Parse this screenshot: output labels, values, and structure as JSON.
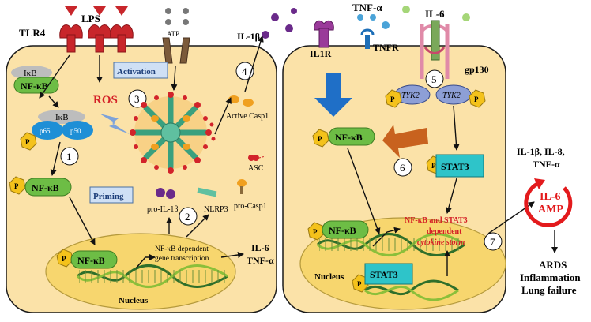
{
  "colors": {
    "cell_fill": "#fbe2a8",
    "cell_stroke": "#1a1a1a",
    "nucleus_fill": "#f7d66e",
    "nfkb_green": "#6dbd45",
    "p_badge": "#f4c21b",
    "receptor_red": "#c8262b",
    "nlrp3_green": "#5fc0a0",
    "nlrp3_orange": "#f0a020",
    "stat3_teal": "#2ec4c9",
    "tyk2_blue": "#8d9fd6",
    "arrow_blue": "#1f6fc7",
    "arrow_orange": "#c8621e",
    "amp_red": "#e31a1c",
    "box_blue": "#cfe0f5"
  },
  "left": {
    "tlr4": "TLR4",
    "lps": "LPS",
    "atp": "ATP",
    "ikb_top": "IκB",
    "nfkb_top": "NF-κB",
    "activation": "Activation",
    "ros": "ROS",
    "step3": "3",
    "step1": "1",
    "ikb_mid": "IκB",
    "p65": "p65",
    "p50": "p50",
    "p": "P",
    "nfkb_mid": "NF-κB",
    "priming": "Priming",
    "step2": "2",
    "step4": "4",
    "il1b_out": "IL-1β",
    "active_casp1": "Active Casp1",
    "asc": "ASC",
    "pro_il1b": "pro-IL-1β",
    "nlrp3": "NLRP3",
    "pro_casp1": "pro-Casp1",
    "nucleus_nfkb": "NF-κB",
    "transcription_line1": "NF-κB dependent",
    "transcription_line2": "gene transcription",
    "il6": "IL-6",
    "tnfa": "TNF-α",
    "nucleus": "Nucleus"
  },
  "right": {
    "tnfa": "TNF-α",
    "il6": "IL-6",
    "il1r": "IL1R",
    "tnfr": "TNFR",
    "gp130": "gp130",
    "step5": "5",
    "tyk2": "TYK2",
    "p": "P",
    "nfkb": "NF-κB",
    "stat3": "STAT3",
    "step6": "6",
    "nucleus_nfkb": "NF-κB",
    "storm_line1": "NF-κB and STAT3",
    "storm_line2": "dependent",
    "storm_line3": "cytokine storm",
    "nucleus": "Nucleus",
    "nucleus_stat3": "STAT3",
    "step7": "7"
  },
  "outside": {
    "cytokines_line1": "IL-1β, IL-8,",
    "cytokines_line2": "TNF-α",
    "amp_line1": "IL-6",
    "amp_line2": "AMP",
    "outcome_line1": "ARDS",
    "outcome_line2": "Inflammation",
    "outcome_line3": "Lung failure"
  }
}
